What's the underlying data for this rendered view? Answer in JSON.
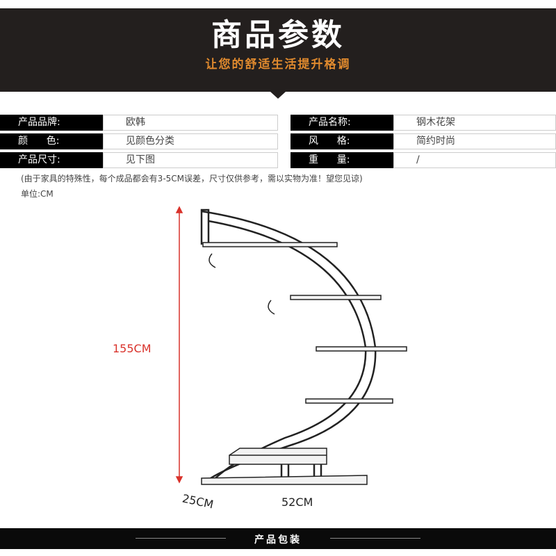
{
  "header": {
    "title": "商品参数",
    "subtitle": "让您的舒适生活提升格调"
  },
  "specs": [
    {
      "label": "产品品牌:",
      "value": "欧韩"
    },
    {
      "label": "产品名称:",
      "value": "钢木花架"
    },
    {
      "label": "颜      色:",
      "value": "见颜色分类"
    },
    {
      "label": "风      格:",
      "value": "简约时尚"
    },
    {
      "label": "产品尺寸:",
      "value": "见下图"
    },
    {
      "label": "重      量:",
      "value": "/"
    }
  ],
  "note": "(由于家具的特殊性，每个成品都会有3-5CM误差，尺寸仅供参考，需以实物为准！望您见谅)",
  "unit": "单位:CM",
  "dimensions": {
    "height": "155CM",
    "depth": "25CM",
    "width": "52CM"
  },
  "footer": {
    "title": "产品包装"
  },
  "colors": {
    "dimension": "#d9322b",
    "header": "#231f1e",
    "accent": "#e08a2e"
  }
}
